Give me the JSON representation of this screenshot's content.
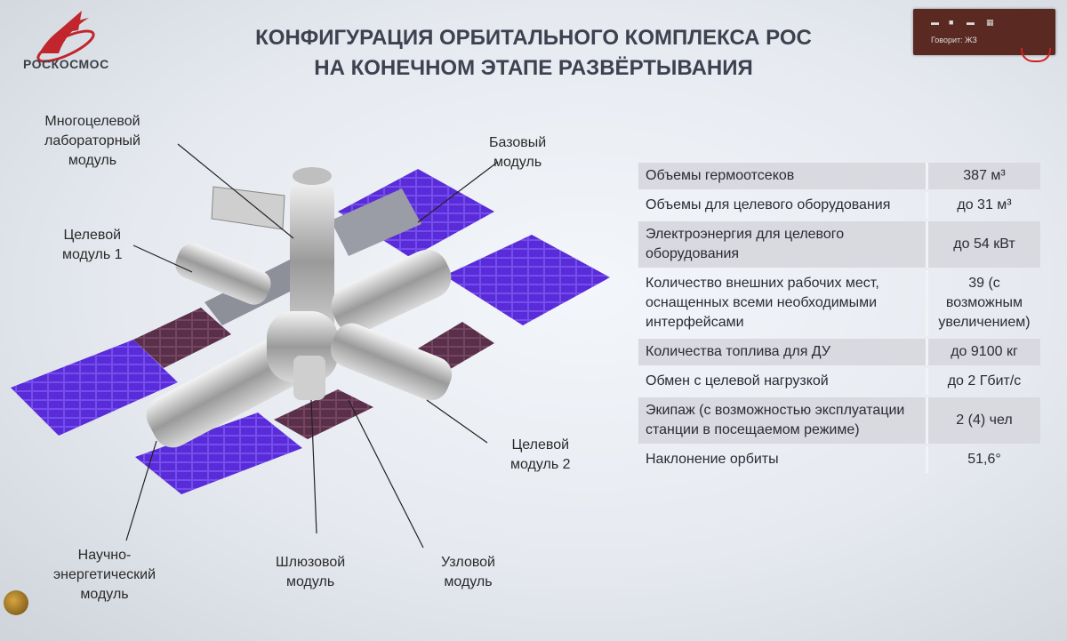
{
  "brand": {
    "name": "РОСКОСМОС"
  },
  "title": {
    "line1": "КОНФИГУРАЦИЯ ОРБИТАЛЬНОГО КОМПЛЕКСА  РОС",
    "line2": "НА КОНЕЧНОМ ЭТАПЕ РАЗВЁРТЫВАНИЯ"
  },
  "meeting_bar": {
    "status": "Говорит: ЖЗ"
  },
  "labels": {
    "multi_lab": [
      "Многоцелевой",
      "лабораторный",
      "модуль"
    ],
    "base": [
      "Базовый",
      "модуль"
    ],
    "target1": [
      "Целевой",
      "модуль 1"
    ],
    "target2": [
      "Целевой",
      "модуль 2"
    ],
    "science_energy": [
      "Научно-",
      "энергетический",
      "модуль"
    ],
    "airlock": [
      "Шлюзовой",
      "модуль"
    ],
    "node": [
      "Узловой",
      "модуль"
    ]
  },
  "specs": [
    {
      "param": "Объемы гермоотсеков",
      "value": "387 м³"
    },
    {
      "param": "Объемы для целевого оборудования",
      "value": "до 31 м³"
    },
    {
      "param": "Электроэнергия для целевого оборудования",
      "value": "до 54 кВт"
    },
    {
      "param": "Количество внешних рабочих мест, оснащенных всеми необходимыми интерфейсами",
      "value": "39 (с возможным увеличением)"
    },
    {
      "param": "Количества топлива для ДУ",
      "value": "до 9100 кг"
    },
    {
      "param": "Обмен с целевой нагрузкой",
      "value": "до 2 Гбит/с"
    },
    {
      "param": "Экипаж  (с возможностью эксплуатации станции в посещаемом режиме)",
      "value": "2 (4) чел"
    },
    {
      "param": "Наклонение орбиты",
      "value": "51,6°"
    }
  ],
  "icons": {
    "logo": "roscosmos-logo-icon",
    "panel": "solar-panel-icon"
  }
}
